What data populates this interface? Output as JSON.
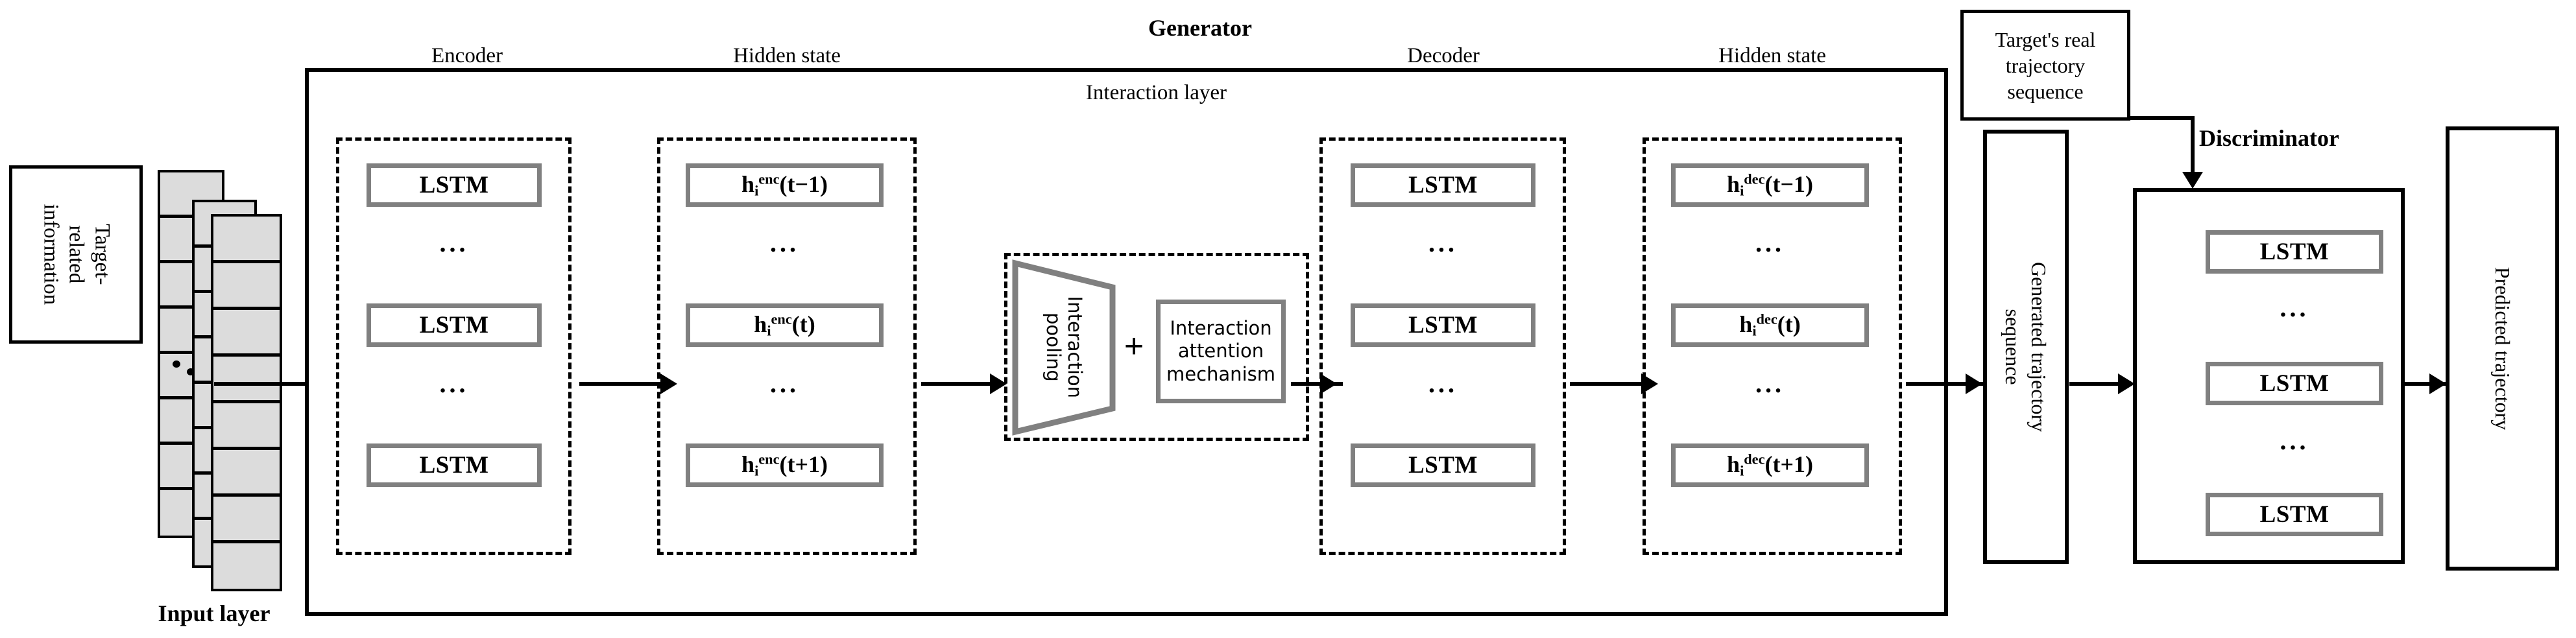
{
  "diagram": {
    "title_generator": "Generator",
    "title_discriminator": "Discriminator",
    "input_layer_label": "Input layer",
    "target_related_info": {
      "line1": "Target-",
      "line2": "related",
      "line3": "information"
    },
    "encoder": {
      "title": "Encoder",
      "items": [
        "LSTM",
        "LSTM",
        "LSTM"
      ],
      "ellipsis": "..."
    },
    "hidden_state_enc": {
      "title": "Hidden state",
      "items": [
        {
          "base": "h",
          "sub": "i",
          "sup": "enc",
          "arg": "(t−1)"
        },
        {
          "base": "h",
          "sub": "i",
          "sup": "enc",
          "arg": "(t)"
        },
        {
          "base": "h",
          "sub": "i",
          "sup": "enc",
          "arg": "(t+1)"
        }
      ],
      "ellipsis": "..."
    },
    "interaction_layer": {
      "title": "Interaction layer",
      "pooling_line1": "Interaction",
      "pooling_line2": "pooling",
      "plus": "+",
      "attention_line1": "Interaction",
      "attention_line2": "attention",
      "attention_line3": "mechanism"
    },
    "decoder": {
      "title": "Decoder",
      "items": [
        "LSTM",
        "LSTM",
        "LSTM"
      ],
      "ellipsis": "..."
    },
    "hidden_state_dec": {
      "title": "Hidden state",
      "items": [
        {
          "base": "h",
          "sub": "i",
          "sup": "dec",
          "arg": "(t−1)"
        },
        {
          "base": "h",
          "sub": "i",
          "sup": "dec",
          "arg": "(t)"
        },
        {
          "base": "h",
          "sub": "i",
          "sup": "dec",
          "arg": "(t+1)"
        }
      ],
      "ellipsis": "..."
    },
    "generated_trajectory": {
      "line1": "Generated trajectory",
      "line2": "sequence"
    },
    "target_real_trajectory": {
      "line1": "Target's real",
      "line2": "trajectory",
      "line3": "sequence"
    },
    "discriminator": {
      "items": [
        "LSTM",
        "LSTM",
        "LSTM"
      ],
      "ellipsis": "..."
    },
    "predicted_trajectory": "Predicted trajectory",
    "colors": {
      "outline": "#000000",
      "inner_box": "#808080",
      "cell_fill": "#dcdcdc"
    }
  }
}
